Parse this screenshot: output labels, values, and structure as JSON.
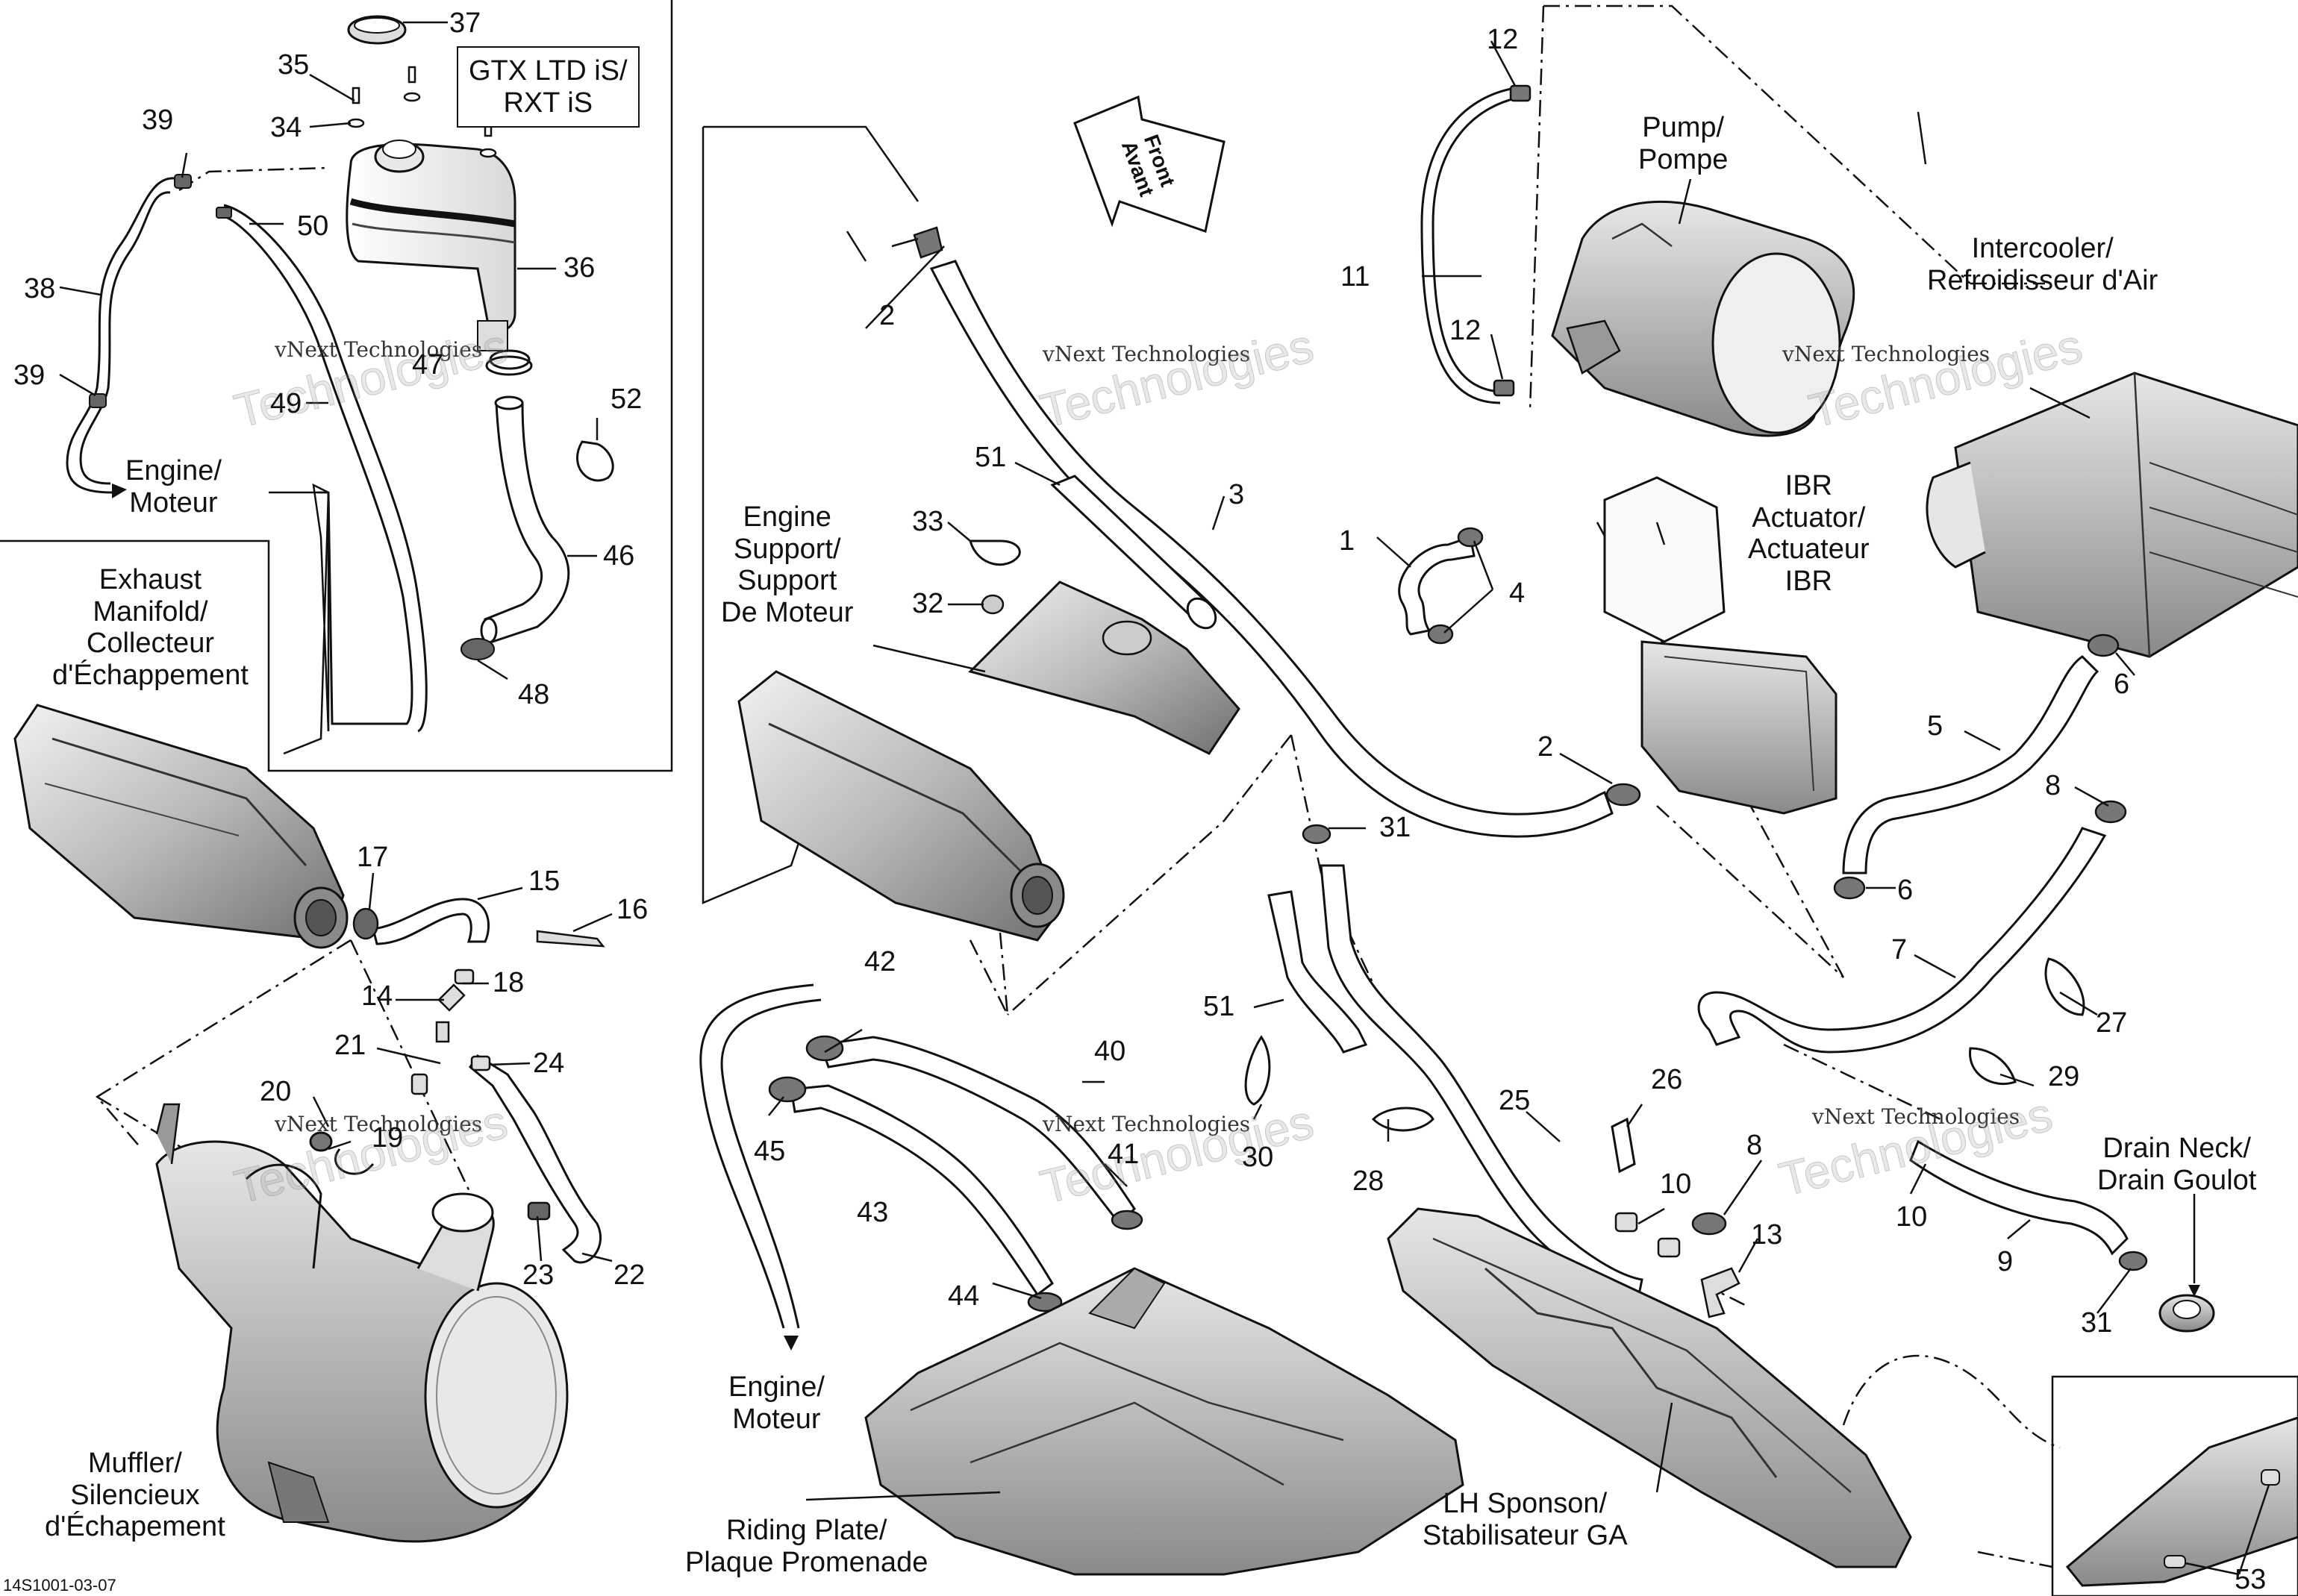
{
  "diagram": {
    "part_code": "14S1001-03-07",
    "watermark": {
      "line": "vNext Technologies",
      "big": "Technologies",
      "big_v": "vNext"
    },
    "front_arrow": [
      "Front",
      "Avant"
    ],
    "variant_box": [
      "GTX LTD iS/",
      "RXT iS"
    ],
    "callouts": {
      "n1": "1",
      "n2a": "2",
      "n2b": "2",
      "n3": "3",
      "n4": "4",
      "n5": "5",
      "n6a": "6",
      "n6b": "6",
      "n7": "7",
      "n8a": "8",
      "n8b": "8",
      "n9": "9",
      "n10a": "10",
      "n10b": "10",
      "n11": "11",
      "n12a": "12",
      "n12b": "12",
      "n13": "13",
      "n14": "14",
      "n15": "15",
      "n16": "16",
      "n17": "17",
      "n18": "18",
      "n19": "19",
      "n20": "20",
      "n21": "21",
      "n22": "22",
      "n23": "23",
      "n24": "24",
      "n25": "25",
      "n26": "26",
      "n27": "27",
      "n28": "28",
      "n29": "29",
      "n30": "30",
      "n31a": "31",
      "n31b": "31",
      "n32": "32",
      "n33": "33",
      "n34": "34",
      "n35": "35",
      "n36": "36",
      "n37": "37",
      "n38": "38",
      "n39a": "39",
      "n39b": "39",
      "n40": "40",
      "n41": "41",
      "n42": "42",
      "n43": "43",
      "n44": "44",
      "n45": "45",
      "n46": "46",
      "n47": "47",
      "n48": "48",
      "n49": "49",
      "n50": "50",
      "n51a": "51",
      "n51b": "51",
      "n52": "52",
      "n53": "53"
    },
    "labels": {
      "engine_top": [
        "Engine/",
        "Moteur"
      ],
      "engine_bottom": [
        "Engine/",
        "Moteur"
      ],
      "exhaust_manifold": [
        "Exhaust",
        "Manifold/",
        "Collecteur",
        "d'Échappement"
      ],
      "engine_support": [
        "Engine",
        "Support/",
        "Support",
        "De Moteur"
      ],
      "pump": [
        "Pump/",
        "Pompe"
      ],
      "intercooler": [
        "Intercooler/",
        "Refroidisseur d'Air"
      ],
      "ibr": [
        "IBR",
        "Actuator/",
        "Actuateur",
        "IBR"
      ],
      "muffler": [
        "Muffler/",
        "Silencieux",
        "d'Échapement"
      ],
      "riding_plate": [
        "Riding Plate/",
        "Plaque Promenade"
      ],
      "lh_sponson": [
        "LH Sponson/",
        "Stabilisateur GA"
      ],
      "drain_neck": [
        "Drain Neck/",
        "Drain Goulot"
      ]
    }
  }
}
